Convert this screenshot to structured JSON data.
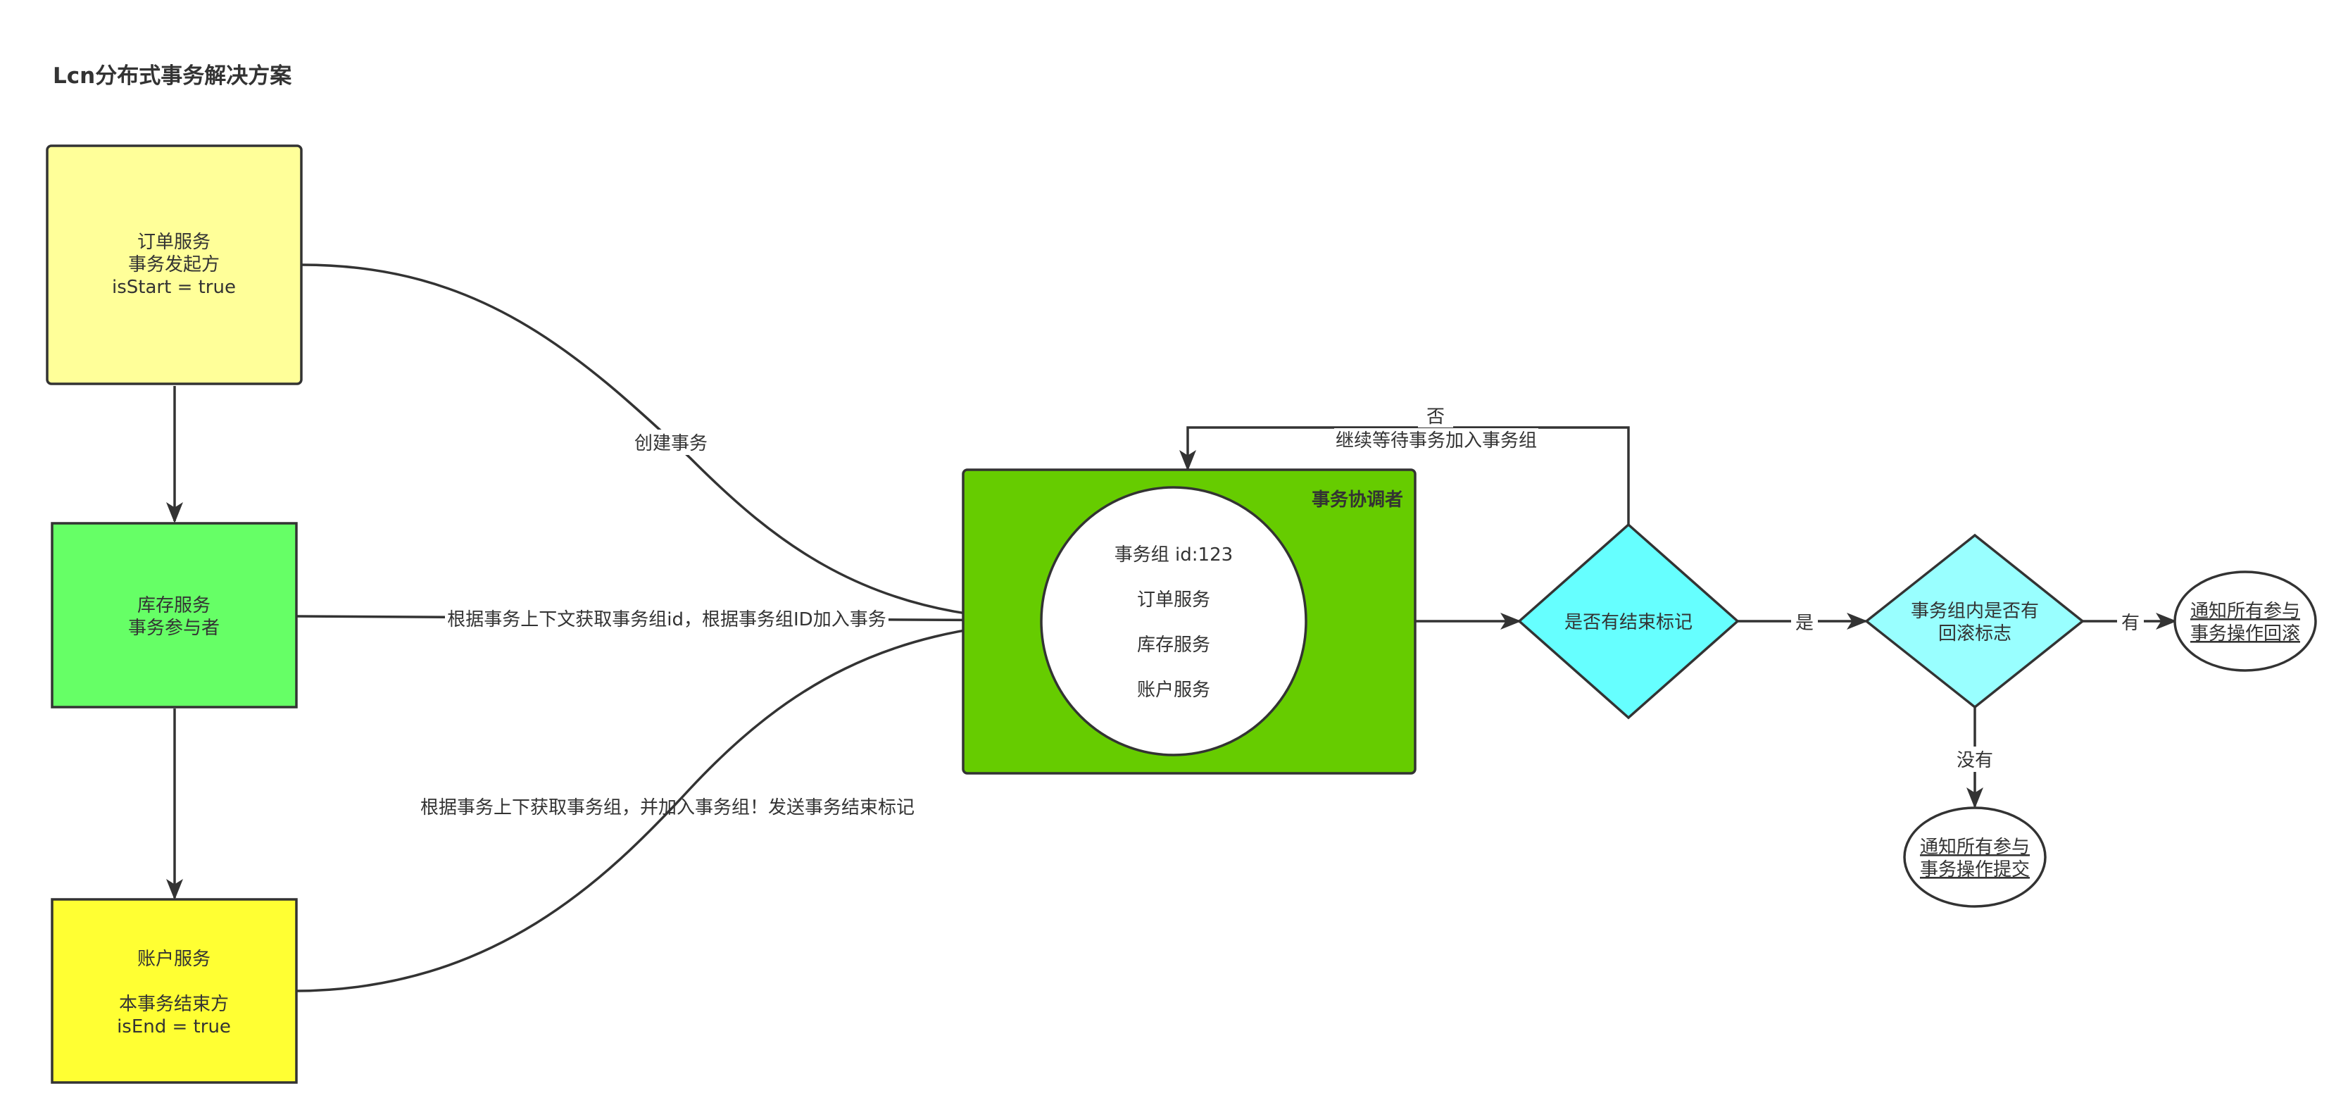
{
  "title": "Lcn分布式事务解决方案",
  "nodes": {
    "order": {
      "lines": [
        "订单服务",
        "事务发起方",
        "isStart = true"
      ],
      "fill": "#ffff99"
    },
    "inventory": {
      "lines": [
        "库存服务",
        "事务参与者"
      ],
      "fill": "#66ff66"
    },
    "account": {
      "lines": [
        "账户服务",
        "",
        "本事务结束方",
        "isEnd = true"
      ],
      "fill": "#ffff33"
    },
    "coordinator": {
      "label": "事务协调者",
      "fill": "#66cc00"
    },
    "group": {
      "lines": [
        "事务组  id:123",
        "订单服务",
        "库存服务",
        "账户服务"
      ]
    },
    "decision_end": {
      "label": "是否有结束标记",
      "fill": "#66ffff"
    },
    "decision_rollback": {
      "lines": [
        "事务组内是否有",
        "回滚标志"
      ],
      "fill": "#99ffff"
    },
    "notify_rollback": {
      "lines": [
        "通知所有参与",
        "事务操作回滚"
      ]
    },
    "notify_commit": {
      "lines": [
        "通知所有参与",
        "事务操作提交"
      ]
    }
  },
  "edges": {
    "create": "创建事务",
    "join": "根据事务上下文获取事务组id，根据事务组ID加入事务",
    "end": "根据事务上下获取事务组，并加入事务组！发送事务结束标记",
    "loop_no": "否",
    "loop_wait": "继续等待事务加入事务组",
    "yes": "是",
    "has": "有",
    "none": "没有"
  }
}
